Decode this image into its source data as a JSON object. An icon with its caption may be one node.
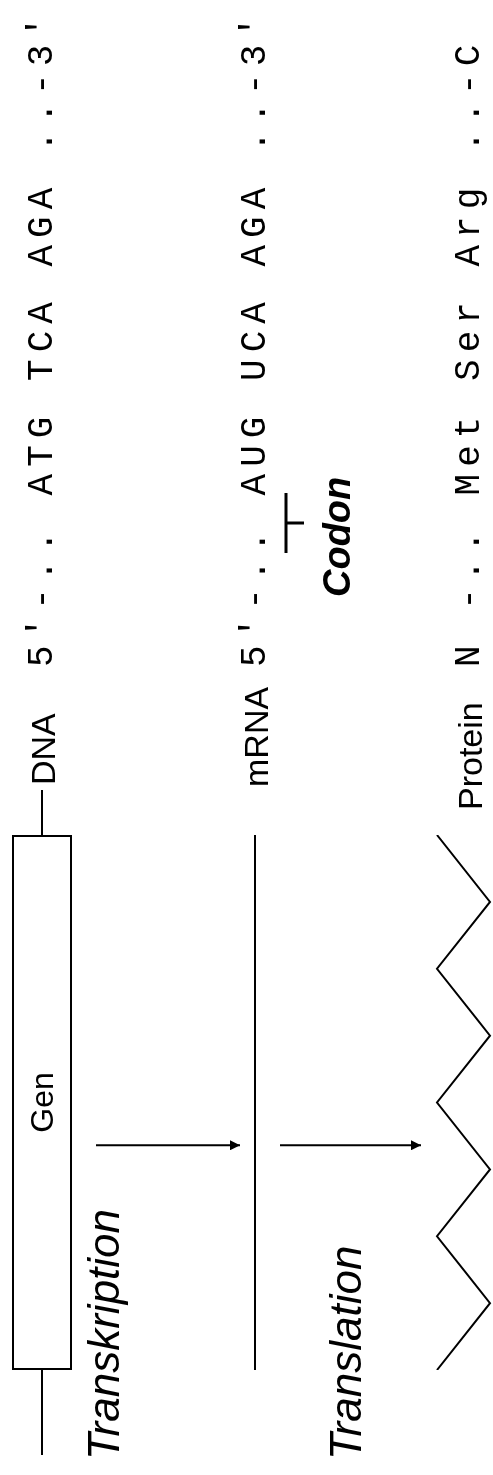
{
  "diagram": {
    "nodes": [
      {
        "text": [
          "Gen"
        ]
      },
      {
        "text": [],
        "shape": "bar"
      },
      {
        "text": [],
        "shape": "zigzag"
      }
    ],
    "edges": [
      {
        "from": 0,
        "to": 1,
        "arrow": "to",
        "label": "Transkription"
      },
      {
        "from": 1,
        "to": 2,
        "arrow": "to",
        "label": "Translation"
      }
    ],
    "labels": [
      "DNA",
      "5'-.. ATG TCA AGA ..-3'",
      "mRNA",
      "5'-.. AUG UCA AGA ..-3'",
      "Codon",
      "Protein",
      "N -.. Met Ser Arg ..-C"
    ]
  }
}
